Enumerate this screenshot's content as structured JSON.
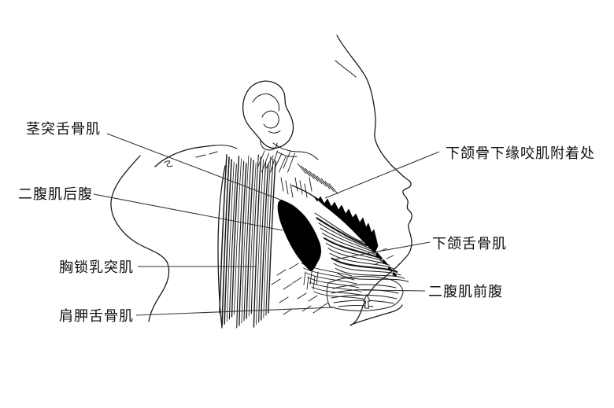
{
  "figure": {
    "labels": [
      {
        "id": "stylohyoid",
        "text": "茎突舌骨肌"
      },
      {
        "id": "digastric-posterior",
        "text": "二腹肌后腹"
      },
      {
        "id": "sternocleidomastoid",
        "text": "胸锁乳突肌"
      },
      {
        "id": "omohyoid",
        "text": "肩胛舌骨肌"
      },
      {
        "id": "masseter-attachment",
        "text": "下颌骨下缘咬肌附着处"
      },
      {
        "id": "mylohyoid",
        "text": "下颌舌骨肌"
      },
      {
        "id": "digastric-anterior",
        "text": "二腹肌前腹"
      }
    ]
  },
  "colors": {
    "ink": "#1a1a1a",
    "leader": "#333333",
    "highlight": "#000000",
    "background": "#ffffff"
  }
}
